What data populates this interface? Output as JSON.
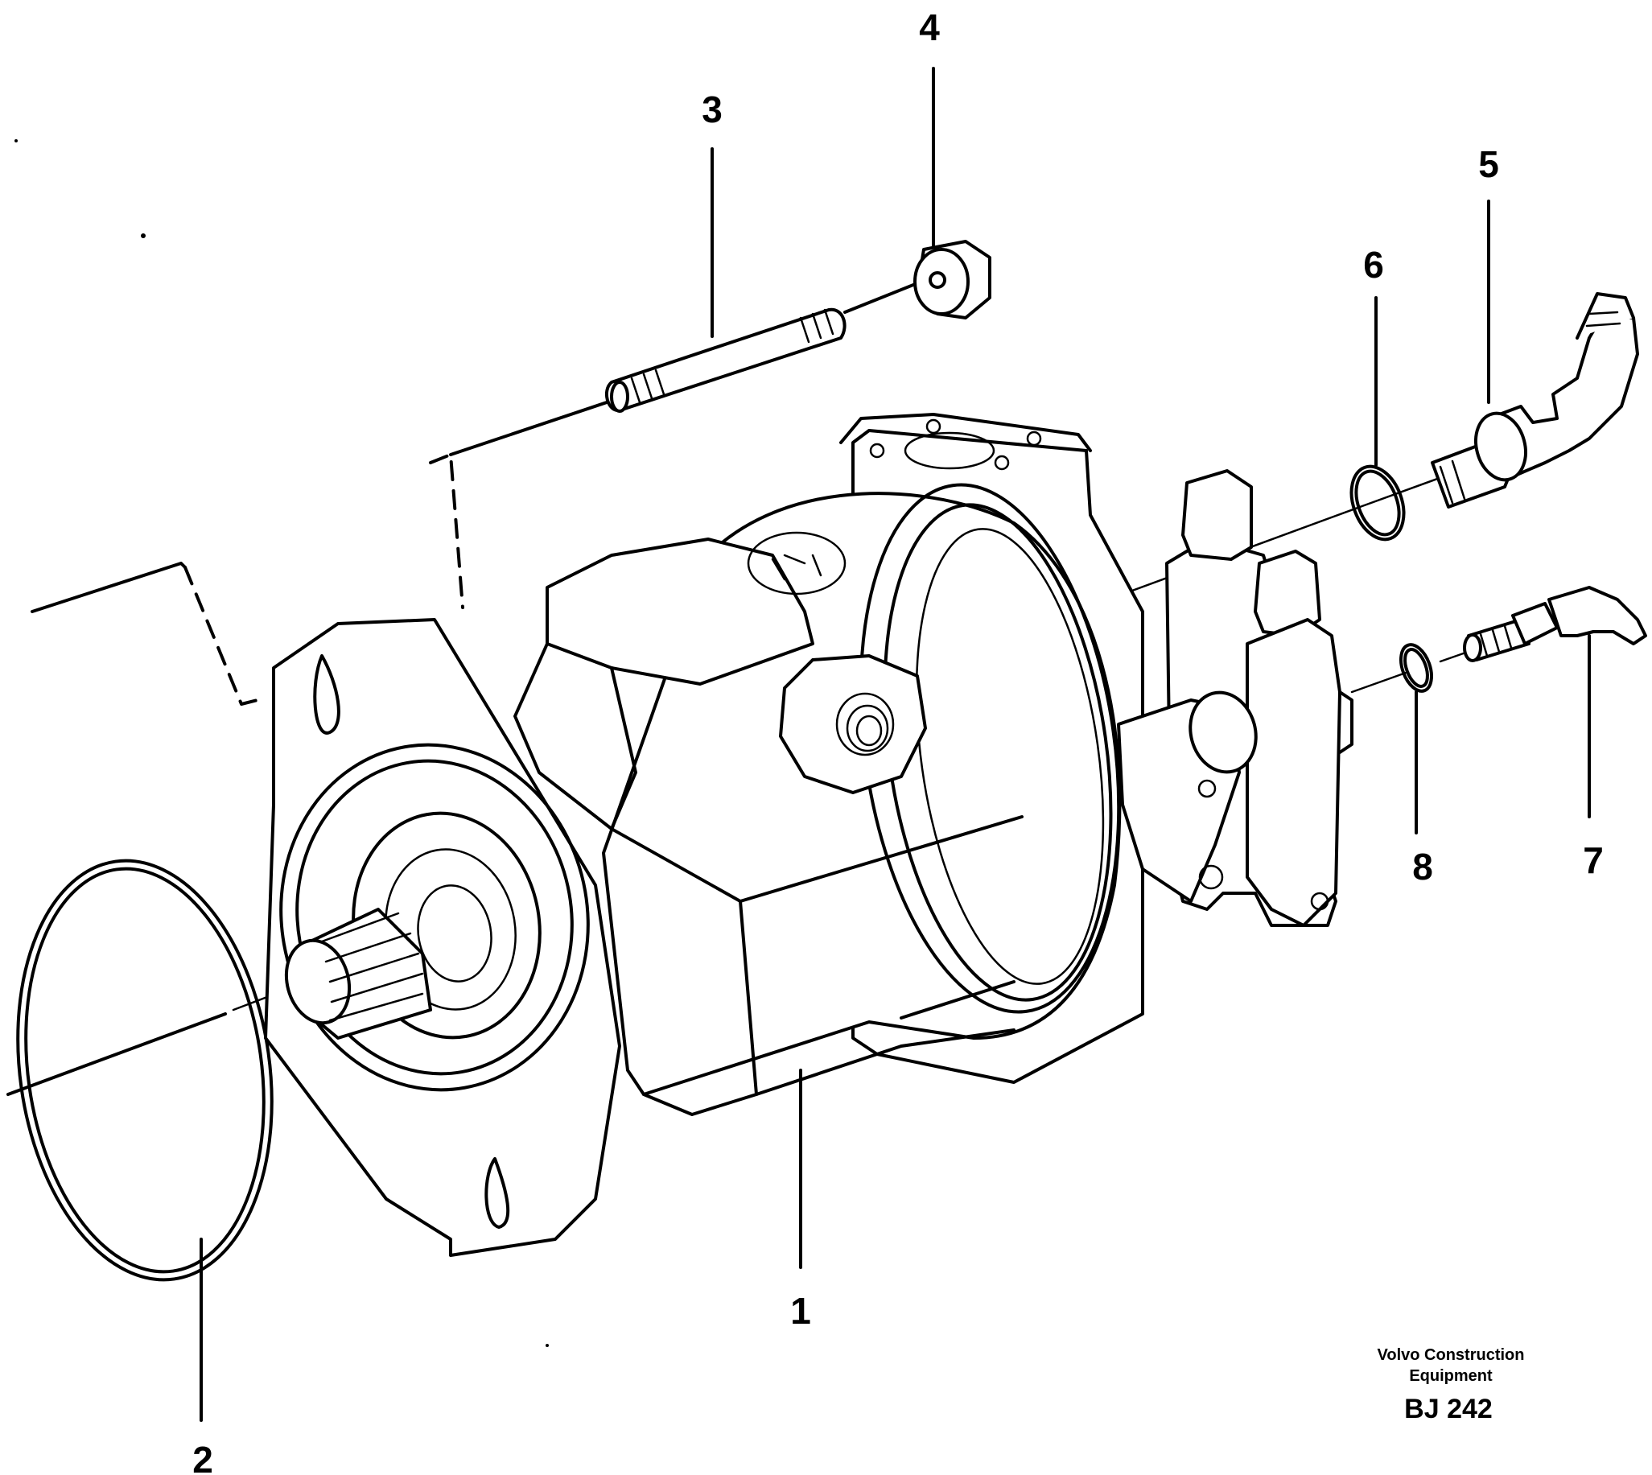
{
  "callouts": [
    "1",
    "2",
    "3",
    "4",
    "5",
    "6",
    "7",
    "8"
  ],
  "credit": {
    "line1": "Volvo Construction",
    "line2": "Equipment",
    "code": "BJ 242"
  }
}
